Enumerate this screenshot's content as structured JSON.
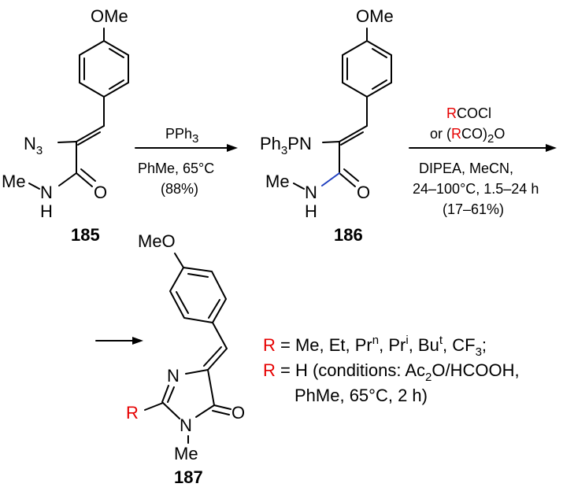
{
  "compounds": {
    "c185": {
      "id": "185",
      "ome": "OMe",
      "n3": "N",
      "n3_sub": "3",
      "me": "Me",
      "n": "N",
      "h": "H",
      "o": "O"
    },
    "c186": {
      "id": "186",
      "ome": "OMe",
      "ph3pn_a": "Ph",
      "ph3pn_sub": "3",
      "ph3pn_b": "PN",
      "me": "Me",
      "n": "N",
      "h": "H",
      "o": "O"
    },
    "c187": {
      "id": "187",
      "meo": "MeO",
      "n_ring": "N",
      "n_me": "N",
      "me": "Me",
      "o": "O",
      "r": "R"
    }
  },
  "step1": {
    "reagent_a": "PPh",
    "reagent_sub": "3",
    "solvent": "PhMe, 65°C",
    "yield": "(88%)"
  },
  "step2": {
    "line1_r": "R",
    "line1_rest": "COCl",
    "line2_pre": "or (",
    "line2_r": "R",
    "line2_mid": "CO)",
    "line2_sub": "2",
    "line2_post": "O",
    "line3": "DIPEA, MeCN,",
    "line4": "24–100°C, 1.5–24 h",
    "line5": "(17–61%)"
  },
  "legend": {
    "r1_label": "R",
    "r1_text": " = Me, Et, Pr",
    "r1_sup1": "n",
    "r1_t2": ", Pr",
    "r1_sup2": "i",
    "r1_t3": ", Bu",
    "r1_sup3": "t",
    "r1_t4": ", CF",
    "r1_sub": "3",
    "r1_t5": ";",
    "r2_label": "R",
    "r2_text": " = H (conditions: Ac",
    "r2_sub": "2",
    "r2_t2": "O/HCOOH,",
    "r3_text": "PhMe, 65°C, 2 h)"
  },
  "colors": {
    "highlight": "#e60000",
    "acyl_bond": "#1f3fbf",
    "ink": "#000000"
  }
}
